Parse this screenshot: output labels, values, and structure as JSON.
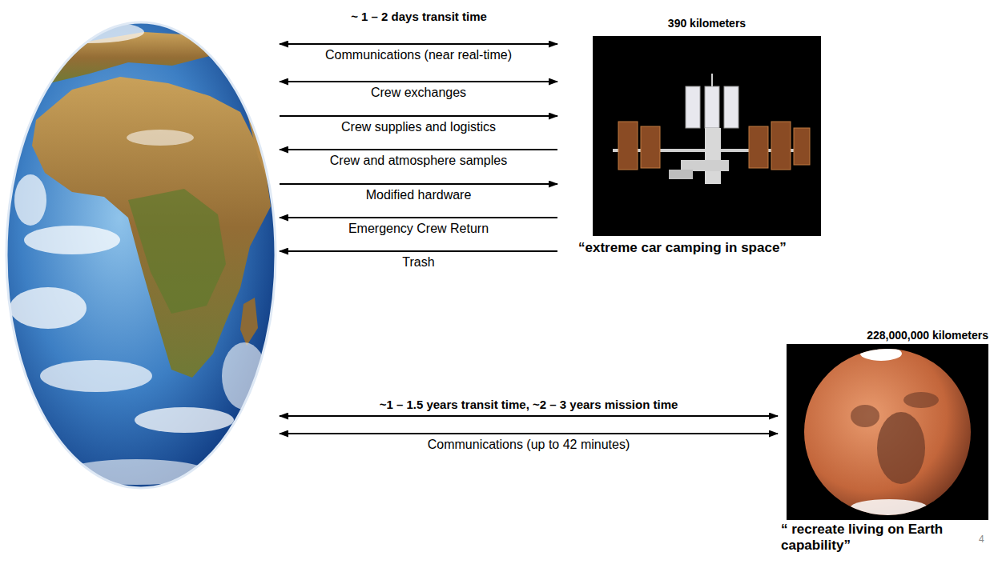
{
  "diagram": {
    "nodes": [
      {
        "text": []
      },
      {
        "text": [
          "390 kilometers",
          "“extreme car camping in space”"
        ]
      },
      {
        "text": [
          "228,000,000 kilometers",
          "“ recreate living on Earth capability”"
        ]
      }
    ],
    "edges": [
      {
        "from": 0,
        "to": 1,
        "arrow": "both",
        "label": "Communications (near real-time)"
      },
      {
        "from": 0,
        "to": 1,
        "arrow": "both",
        "label": "Crew exchanges"
      },
      {
        "from": 0,
        "to": 1,
        "arrow": "to",
        "label": "Crew supplies and logistics"
      },
      {
        "from": 1,
        "to": 0,
        "arrow": "to",
        "label": "Crew and atmosphere samples"
      },
      {
        "from": 0,
        "to": 1,
        "arrow": "to",
        "label": "Modified hardware"
      },
      {
        "from": 1,
        "to": 0,
        "arrow": "to",
        "label": "Emergency Crew Return"
      },
      {
        "from": 1,
        "to": 0,
        "arrow": "to",
        "label": "Trash"
      },
      {
        "from": 0,
        "to": 2,
        "arrow": "both",
        "label": "~1 – 1.5 years transit time, ~2 – 3 years mission time"
      },
      {
        "from": 0,
        "to": 2,
        "arrow": "both",
        "label": "Communications (up to 42 minutes)"
      }
    ],
    "labels": [
      "~ 1 – 2 days transit time",
      "4"
    ]
  }
}
